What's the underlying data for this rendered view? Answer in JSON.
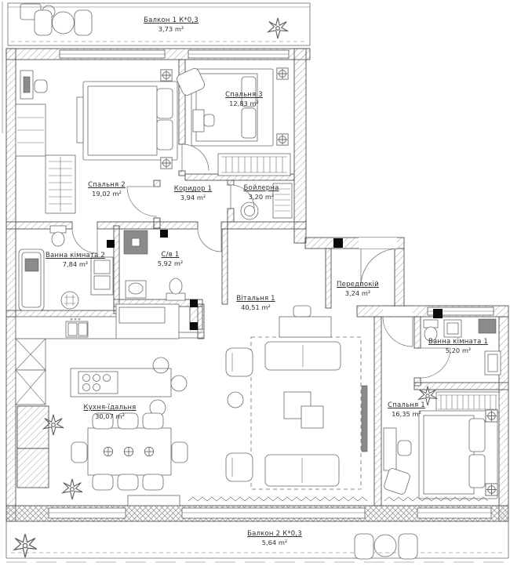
{
  "plan_title": "",
  "colors": {
    "background": "#ffffff",
    "line": "#5a5a5a",
    "wall_hatch": "#a8a8a8",
    "column_marker": "#0b0b0b",
    "label_text": "#2e2e2e"
  },
  "rooms": [
    {
      "id": "balkon1",
      "name": "Балкон 1 К*0,3",
      "area": "3,73 m²"
    },
    {
      "id": "spalnya3",
      "name": "Спальня 3",
      "area": "12,83 m²"
    },
    {
      "id": "spalnya2",
      "name": "Спальня 2",
      "area": "19,02 m²"
    },
    {
      "id": "korydor1",
      "name": "Коридор 1",
      "area": "3,94 m²"
    },
    {
      "id": "boilerna",
      "name": "Бойлерна",
      "area": "3,20 m²"
    },
    {
      "id": "vanna2",
      "name": "Ванна кімната 2",
      "area": "7,84 m²"
    },
    {
      "id": "sv1",
      "name": "С/в 1",
      "area": "5,92 m²"
    },
    {
      "id": "vitalnya1",
      "name": "Вітальня 1",
      "area": "40,51 m²"
    },
    {
      "id": "peredpokii",
      "name": "Передпокій",
      "area": "3,24 m²"
    },
    {
      "id": "vanna1",
      "name": "Ванна кімната 1",
      "area": "5,20 m²"
    },
    {
      "id": "kukhnya",
      "name": "Кухня-їдальня",
      "area": "30,07 m²"
    },
    {
      "id": "spalnya1",
      "name": "Спальня 1",
      "area": "16,35 m²"
    },
    {
      "id": "balkon2",
      "name": "Балкон 2 К*0,3",
      "area": "5,64 m²"
    }
  ]
}
